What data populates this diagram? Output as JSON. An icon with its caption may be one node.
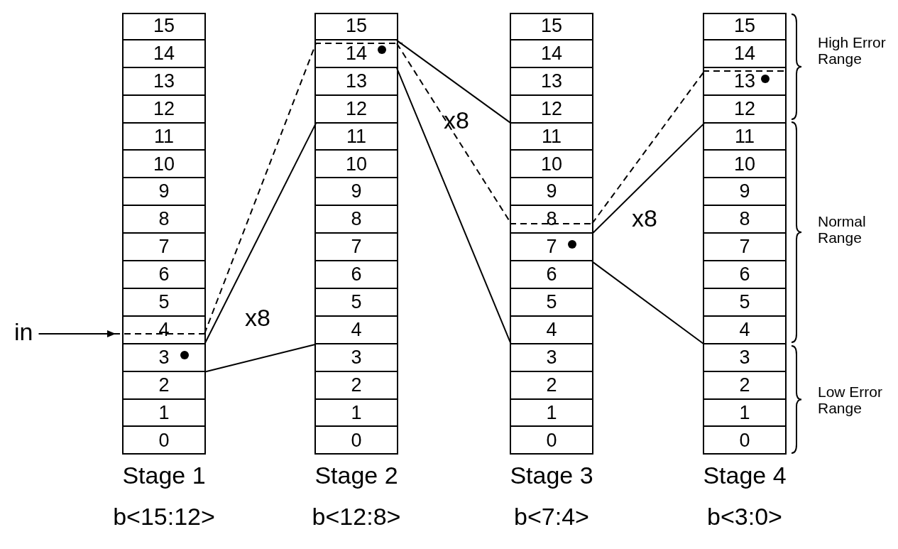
{
  "diagram": {
    "nodes": [
      {
        "text": [
          "in"
        ]
      },
      {
        "text": [],
        "shape": "box",
        "beside": [
          "Stage 1",
          "b<15:12>"
        ]
      },
      {
        "text": [
          "15"
        ],
        "in": 1
      },
      {
        "text": [
          "14"
        ],
        "in": 1
      },
      {
        "text": [
          "13"
        ],
        "in": 1
      },
      {
        "text": [
          "12"
        ],
        "in": 1
      },
      {
        "text": [
          "11"
        ],
        "in": 1
      },
      {
        "text": [
          "10"
        ],
        "in": 1
      },
      {
        "text": [
          "9"
        ],
        "in": 1
      },
      {
        "text": [
          "8"
        ],
        "in": 1
      },
      {
        "text": [
          "7"
        ],
        "in": 1
      },
      {
        "text": [
          "6"
        ],
        "in": 1
      },
      {
        "text": [
          "5"
        ],
        "in": 1
      },
      {
        "text": [
          "4"
        ],
        "in": 1
      },
      {
        "text": [
          "3"
        ],
        "in": 1
      },
      {
        "text": [
          "2"
        ],
        "in": 1
      },
      {
        "text": [
          "1"
        ],
        "in": 1
      },
      {
        "text": [
          "0"
        ],
        "in": 1
      },
      {
        "text": [],
        "shape": "box",
        "beside": [
          "Stage 2",
          "b<12:8>"
        ]
      },
      {
        "text": [
          "15"
        ],
        "in": 18
      },
      {
        "text": [
          "14"
        ],
        "in": 18
      },
      {
        "text": [
          "13"
        ],
        "in": 18
      },
      {
        "text": [
          "12"
        ],
        "in": 18
      },
      {
        "text": [
          "11"
        ],
        "in": 18
      },
      {
        "text": [
          "10"
        ],
        "in": 18
      },
      {
        "text": [
          "9"
        ],
        "in": 18
      },
      {
        "text": [
          "8"
        ],
        "in": 18
      },
      {
        "text": [
          "7"
        ],
        "in": 18
      },
      {
        "text": [
          "6"
        ],
        "in": 18
      },
      {
        "text": [
          "5"
        ],
        "in": 18
      },
      {
        "text": [
          "4"
        ],
        "in": 18
      },
      {
        "text": [
          "3"
        ],
        "in": 18
      },
      {
        "text": [
          "2"
        ],
        "in": 18
      },
      {
        "text": [
          "1"
        ],
        "in": 18
      },
      {
        "text": [
          "0"
        ],
        "in": 18
      },
      {
        "text": [],
        "shape": "box",
        "beside": [
          "Stage 3",
          "b<7:4>"
        ]
      },
      {
        "text": [
          "15"
        ],
        "in": 35
      },
      {
        "text": [
          "14"
        ],
        "in": 35
      },
      {
        "text": [
          "13"
        ],
        "in": 35
      },
      {
        "text": [
          "12"
        ],
        "in": 35
      },
      {
        "text": [
          "11"
        ],
        "in": 35
      },
      {
        "text": [
          "10"
        ],
        "in": 35
      },
      {
        "text": [
          "9"
        ],
        "in": 35
      },
      {
        "text": [
          "8"
        ],
        "in": 35
      },
      {
        "text": [
          "7"
        ],
        "in": 35
      },
      {
        "text": [
          "6"
        ],
        "in": 35
      },
      {
        "text": [
          "5"
        ],
        "in": 35
      },
      {
        "text": [
          "4"
        ],
        "in": 35
      },
      {
        "text": [
          "3"
        ],
        "in": 35
      },
      {
        "text": [
          "2"
        ],
        "in": 35
      },
      {
        "text": [
          "1"
        ],
        "in": 35
      },
      {
        "text": [
          "0"
        ],
        "in": 35
      },
      {
        "text": [],
        "shape": "box",
        "beside": [
          "Stage 4",
          "b<3:0>"
        ]
      },
      {
        "text": [
          "15"
        ],
        "in": 52
      },
      {
        "text": [
          "14"
        ],
        "in": 52
      },
      {
        "text": [
          "13"
        ],
        "in": 52
      },
      {
        "text": [
          "12"
        ],
        "in": 52
      },
      {
        "text": [
          "11"
        ],
        "in": 52
      },
      {
        "text": [
          "10"
        ],
        "in": 52
      },
      {
        "text": [
          "9"
        ],
        "in": 52
      },
      {
        "text": [
          "8"
        ],
        "in": 52
      },
      {
        "text": [
          "7"
        ],
        "in": 52
      },
      {
        "text": [
          "6"
        ],
        "in": 52
      },
      {
        "text": [
          "5"
        ],
        "in": 52
      },
      {
        "text": [
          "4"
        ],
        "in": 52
      },
      {
        "text": [
          "3"
        ],
        "in": 52
      },
      {
        "text": [
          "2"
        ],
        "in": 52
      },
      {
        "text": [
          "1"
        ],
        "in": 52
      },
      {
        "text": [
          "0"
        ],
        "in": 52
      }
    ],
    "edges": [
      {
        "from": 0,
        "to": 13,
        "arrow": "to"
      },
      {
        "from": 14,
        "to": 23,
        "arrow": "none"
      },
      {
        "from": 14,
        "to": 30,
        "arrow": "none"
      },
      {
        "from": 13,
        "to": 20,
        "arrow": "none",
        "style": "dashed"
      },
      {
        "from": 20,
        "to": 40,
        "arrow": "none"
      },
      {
        "from": 20,
        "to": 47,
        "arrow": "none"
      },
      {
        "from": 20,
        "to": 43,
        "arrow": "none",
        "style": "dashed"
      },
      {
        "from": 44,
        "to": 57,
        "arrow": "none"
      },
      {
        "from": 44,
        "to": 64,
        "arrow": "none"
      },
      {
        "from": 43,
        "to": 55,
        "arrow": "none",
        "style": "dashed"
      }
    ],
    "labels": [
      "High Error Range",
      "x8",
      "x8",
      "Normal Range",
      "x8",
      "Low Error Range"
    ]
  }
}
